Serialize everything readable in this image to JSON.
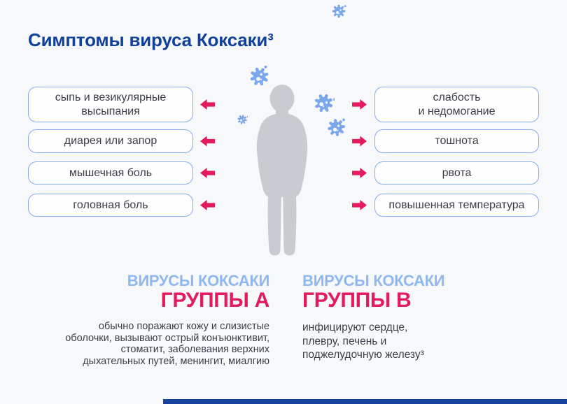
{
  "page": {
    "title": "Симптомы вируса Коксаки³",
    "background_color": "#f7f8f9"
  },
  "symptoms": {
    "left": [
      {
        "label": "сыпь и везикулярные\nвысыпания"
      },
      {
        "label": "диарея или запор"
      },
      {
        "label": "мышечная боль"
      },
      {
        "label": "головная боль"
      }
    ],
    "right": [
      {
        "label": "слабость\nи недомогание"
      },
      {
        "label": "тошнота"
      },
      {
        "label": "рвота"
      },
      {
        "label": "повышенная температура"
      }
    ]
  },
  "groups": {
    "a": {
      "kicker": "ВИРУСЫ КОКСАКИ",
      "name": "ГРУППЫ А",
      "description": "обычно поражают кожу и слизистые\nоболочки, вызывают острый конъюнктивит,\nстоматит, заболевания верхних\nдыхательных путей, менингит, миалгию"
    },
    "b": {
      "kicker": "ВИРУСЫ КОКСАКИ",
      "name": "ГРУППЫ В",
      "description": "инфицируют сердце,\nплевру, печень и\nподжелудочную железу³"
    }
  },
  "icons": {
    "virus": "virus-icon",
    "arrow": "arrow-icon",
    "body": "child-body-silhouette"
  },
  "colors": {
    "title_blue": "#11409c",
    "accent_crimson": "#e31b5c",
    "heading_light_blue": "#8fb8f0",
    "box_border_blue": "#85abe8",
    "body_text": "#3b3e48",
    "silhouette_gray": "#c9cbd0",
    "virus_blue": "#7aa6ec",
    "footer_bar_blue": "#16419e"
  }
}
